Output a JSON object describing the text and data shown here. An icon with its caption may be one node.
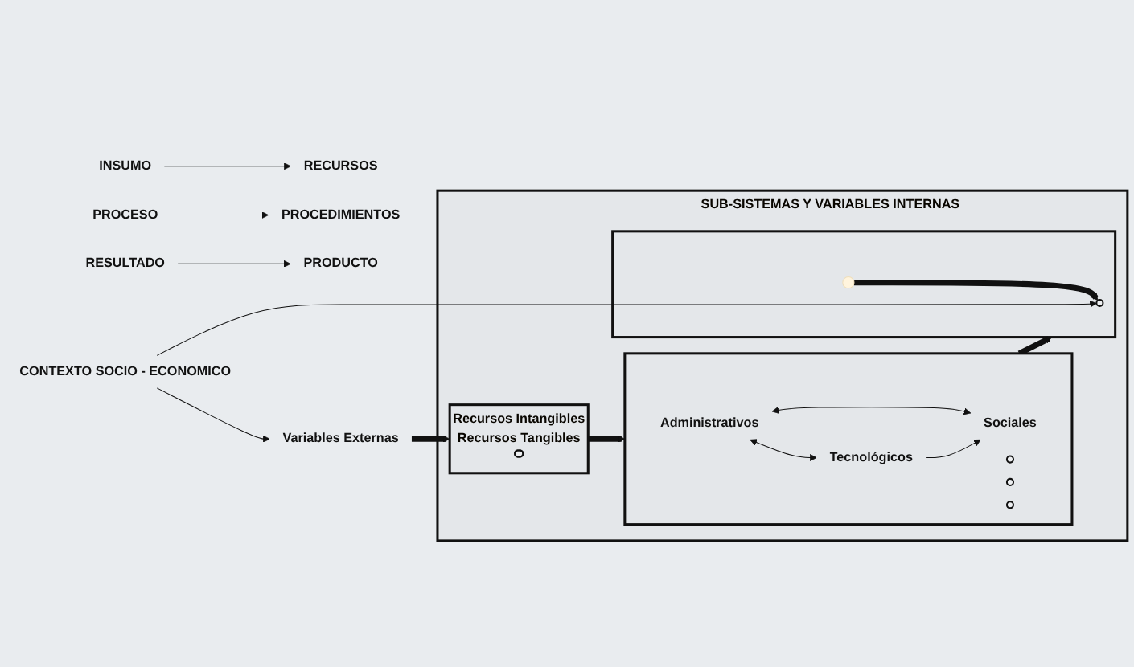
{
  "diagram": {
    "nodes": [
      {
        "text": [
          "INSUMO"
        ]
      },
      {
        "text": [
          "RECURSOS"
        ]
      },
      {
        "text": [
          "PROCESO"
        ]
      },
      {
        "text": [
          "PROCEDIMIENTOS"
        ]
      },
      {
        "text": [
          "RESULTADO"
        ]
      },
      {
        "text": [
          "PRODUCTO"
        ]
      },
      {
        "text": [
          "SUB-SISTEMAS Y VARIABLES INTERNAS"
        ]
      },
      {
        "text": [
          "Variables Externas"
        ]
      },
      {
        "text": [
          "Recursos Intangibles",
          "Recursos Tangibles"
        ],
        "in": 6
      },
      {
        "text": [],
        "shape": "ellipse",
        "in": 8
      },
      {
        "text": [],
        "shape": "box",
        "in": 6
      },
      {
        "text": [
          "Tecnológicos"
        ],
        "in": 10
      },
      {
        "text": [
          "Administrativos"
        ],
        "in": 10
      },
      {
        "text": [
          "Sociales"
        ],
        "in": 10
      },
      {
        "text": [],
        "shape": "circle",
        "in": 10
      },
      {
        "text": [],
        "shape": "circle",
        "in": 10
      },
      {
        "text": [],
        "shape": "circle",
        "in": 10
      },
      {
        "text": [],
        "shape": "box",
        "in": 6
      },
      {
        "text": [],
        "shape": "circle",
        "in": 17
      },
      {
        "text": [
          "CONTEXTO SOCIO - ECONOMICO"
        ]
      }
    ],
    "edges": [
      {
        "from": 0,
        "to": 1,
        "arrow": "to"
      },
      {
        "from": 2,
        "to": 3,
        "arrow": "to"
      },
      {
        "from": 4,
        "to": 5,
        "arrow": "to"
      },
      {
        "from": 7,
        "to": 8,
        "arrow": "to",
        "style": "thick"
      },
      {
        "from": 8,
        "to": 10,
        "arrow": "to",
        "style": "thick"
      },
      {
        "from": 10,
        "to": 17,
        "arrow": "to",
        "style": "thick"
      },
      {
        "from": null,
        "to": 18,
        "arrow": "to",
        "style": "thick"
      },
      {
        "from": 12,
        "to": 11,
        "arrow": "both"
      },
      {
        "from": 12,
        "to": 13,
        "arrow": "both"
      },
      {
        "from": 11,
        "to": 13,
        "arrow": "to"
      },
      {
        "from": 19,
        "to": 7,
        "arrow": "to"
      },
      {
        "from": 19,
        "to": 18,
        "arrow": "to"
      }
    ]
  }
}
